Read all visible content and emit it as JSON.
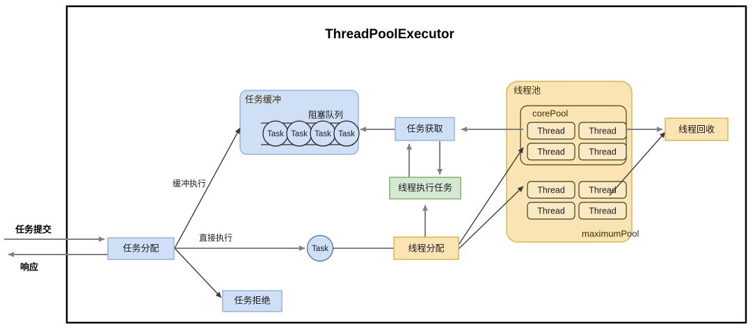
{
  "diagram": {
    "title": "ThreadPoolExecutor",
    "outer_border_color": "#000000",
    "colors": {
      "blue_fill": "#cfdff5",
      "blue_stroke": "#96b4dc",
      "green_fill": "#d5e8d4",
      "green_stroke": "#82b366",
      "orange_fill": "#fbe4b4",
      "orange_stroke": "#d6b656",
      "thread_fill": "#fbe9c4",
      "thread_stroke": "#3f3f1f",
      "edge_gray": "#808080",
      "edge_dark": "#3b3b3b"
    },
    "io_ports": [
      {
        "name": "submit",
        "label": "任务提交"
      },
      {
        "name": "response",
        "label": "响应"
      }
    ],
    "nodes": [
      {
        "name": "task-dispatch",
        "label": "任务分配",
        "style": "blue"
      },
      {
        "name": "task-reject",
        "label": "任务拒绝",
        "style": "blue"
      },
      {
        "name": "task-circle",
        "label": "Task",
        "style": "blue-circle"
      },
      {
        "name": "task-buffer",
        "label": "任务缓冲",
        "style": "blue-group"
      },
      {
        "name": "blocking-queue",
        "label": "阻塞队列",
        "style": "plain"
      },
      {
        "name": "task-fetch",
        "label": "任务获取",
        "style": "blue"
      },
      {
        "name": "thread-exec-task",
        "label": "线程执行任务",
        "style": "green"
      },
      {
        "name": "thread-allocate",
        "label": "线程分配",
        "style": "orange"
      },
      {
        "name": "thread-pool",
        "label": "线程池",
        "style": "orange-group"
      },
      {
        "name": "core-pool",
        "label": "corePool",
        "style": "orange-subgroup"
      },
      {
        "name": "maximum-pool",
        "label": "maximumPool",
        "style": "plain"
      },
      {
        "name": "thread-recycle",
        "label": "线程回收",
        "style": "orange"
      }
    ],
    "queue_items": [
      {
        "label": "Task"
      },
      {
        "label": "Task"
      },
      {
        "label": "Task"
      },
      {
        "label": "Task"
      }
    ],
    "core_pool_threads": [
      {
        "label": "Thread"
      },
      {
        "label": "Thread"
      },
      {
        "label": "Thread"
      },
      {
        "label": "Thread"
      }
    ],
    "maximum_pool_threads": [
      {
        "label": "Thread"
      },
      {
        "label": "Thread"
      },
      {
        "label": "Thread"
      },
      {
        "label": "Thread"
      }
    ],
    "edge_labels": [
      {
        "name": "buffered-exec",
        "label": "缓冲执行"
      },
      {
        "name": "direct-exec",
        "label": "直接执行"
      }
    ]
  }
}
